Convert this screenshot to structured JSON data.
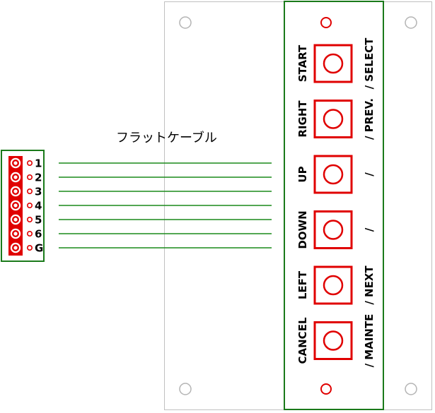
{
  "cable_label": "フラットケーブル",
  "connector_pins": [
    "1",
    "2",
    "3",
    "4",
    "5",
    "6",
    "G"
  ],
  "buttons": [
    {
      "primary": "START",
      "secondary": "/ SELECT"
    },
    {
      "primary": "RIGHT",
      "secondary": "/ PREV."
    },
    {
      "primary": "UP",
      "secondary": "/"
    },
    {
      "primary": "DOWN",
      "secondary": "/"
    },
    {
      "primary": "LEFT",
      "secondary": "/ NEXT"
    },
    {
      "primary": "CANCEL",
      "secondary": "/ MAINTE"
    }
  ],
  "colors": {
    "pcb_outline": "#1a7a1a",
    "wire": "#1a8a1a",
    "switch": "#e00000",
    "panel": "#c0c0c0",
    "mount_hole": "#b4b4b4"
  }
}
